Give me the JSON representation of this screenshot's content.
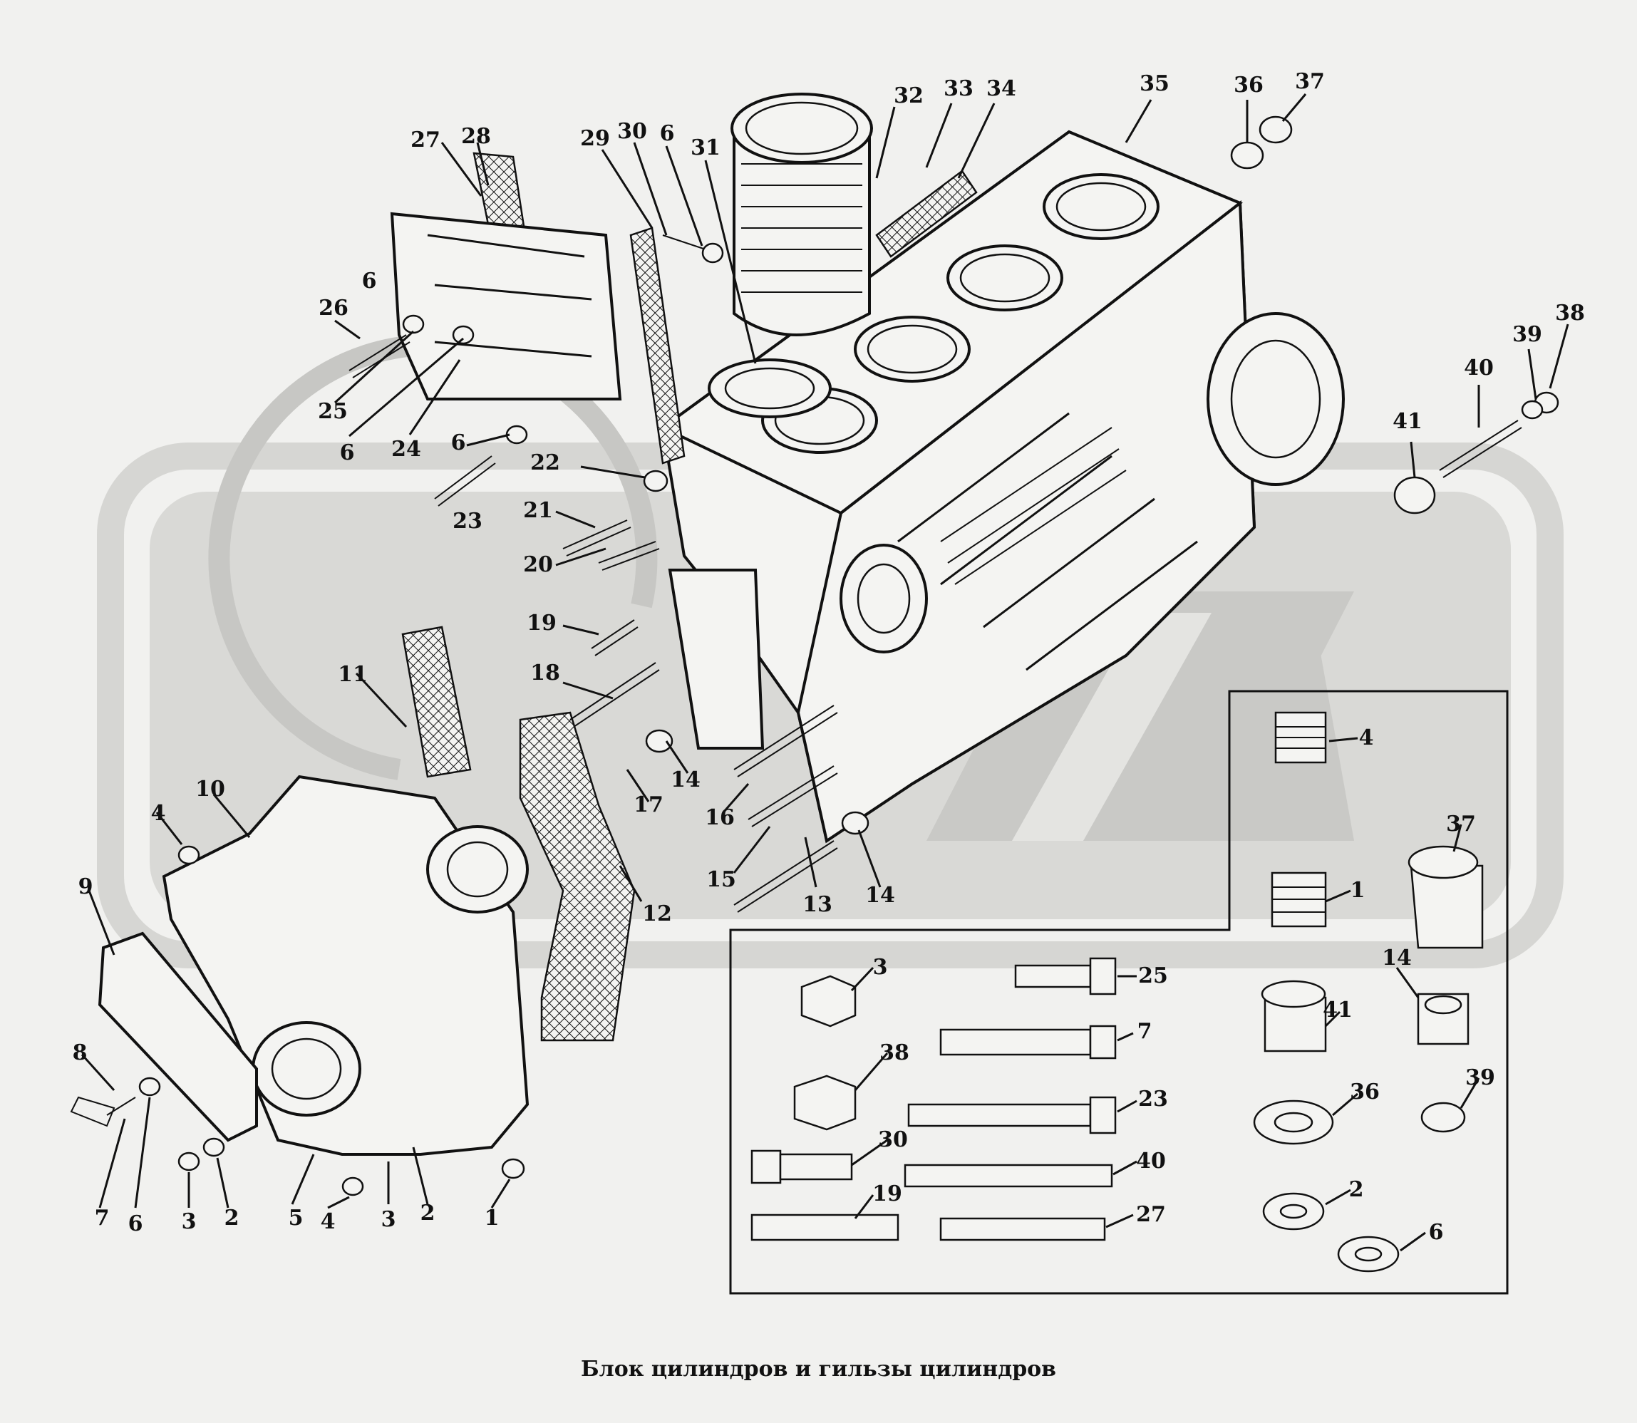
{
  "caption": "Блок цилиндров и гильзы цилиндров",
  "callouts": {
    "c1a": "1",
    "c2a": "2",
    "c3a": "3",
    "c3b": "3",
    "c4a": "4",
    "c4b": "4",
    "c5": "5",
    "c6a": "6",
    "c6b": "6",
    "c6c": "6",
    "c6d": "6",
    "c6e": "6",
    "c7": "7",
    "c8": "8",
    "c9": "9",
    "c10": "10",
    "c11": "11",
    "c12": "12",
    "c13": "13",
    "c14a": "14",
    "c14b": "14",
    "c15": "15",
    "c16": "16",
    "c17": "17",
    "c18": "18",
    "c19": "19",
    "c20": "20",
    "c21": "21",
    "c22": "22",
    "c23": "23",
    "c24": "24",
    "c25": "25",
    "c26": "26",
    "c27": "27",
    "c28": "28",
    "c29": "29",
    "c30": "30",
    "c31": "31",
    "c32": "32",
    "c33": "33",
    "c34": "34",
    "c35": "35",
    "c36": "36",
    "c37": "37",
    "c38": "38",
    "c39": "39",
    "c40": "40",
    "c41": "41",
    "c2b": "2",
    "k4": "4",
    "k1": "1",
    "k37": "37",
    "k14": "14",
    "k41": "41",
    "k36": "36",
    "k39": "39",
    "k2": "2",
    "k6": "6",
    "k3": "3",
    "k25": "25",
    "k7": "7",
    "k38": "38",
    "k23": "23",
    "k30": "30",
    "k40": "40",
    "k19": "19",
    "k27": "27"
  }
}
